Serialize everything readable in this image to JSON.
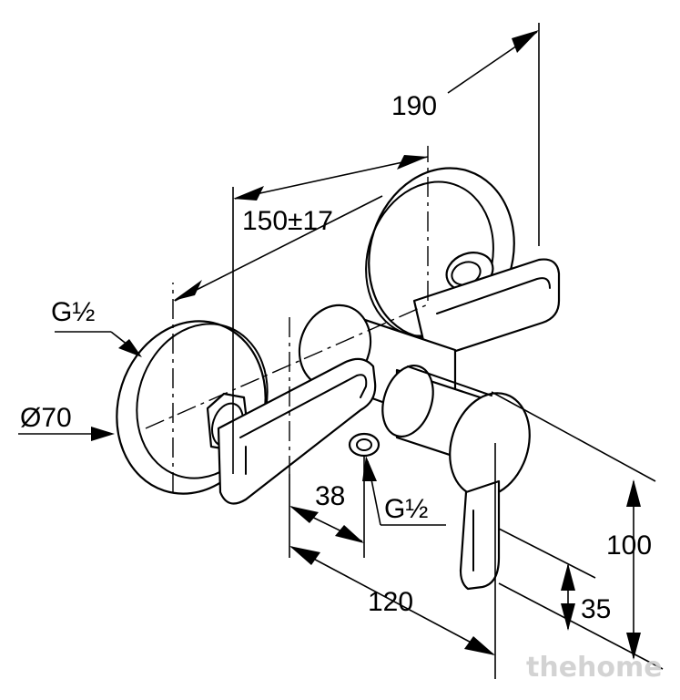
{
  "dimensions": {
    "overall_width": "190",
    "center_distance": "150±17",
    "inlet_thread": "G½",
    "rosette_diameter": "Ø70",
    "outlet_offset": "38",
    "outlet_thread": "G½",
    "projection": "120",
    "height": "100",
    "outlet_height": "35"
  },
  "watermark": "thehome"
}
